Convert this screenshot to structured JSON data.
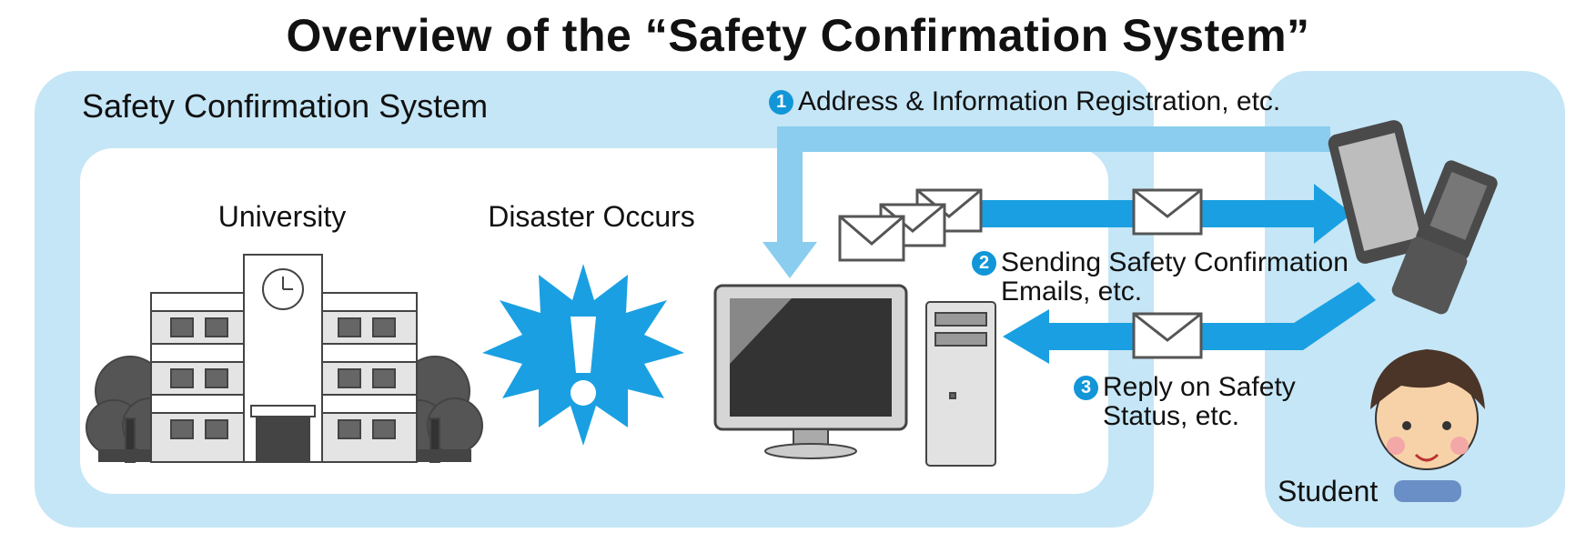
{
  "title": "Overview of the “Safety Confirmation System”",
  "system_label": "Safety Confirmation System",
  "university_label": "University",
  "disaster_label": "Disaster Occurs",
  "student_label": "Student",
  "steps": [
    {
      "number": "1",
      "lines": [
        "Address & Information Registration, etc."
      ]
    },
    {
      "number": "2",
      "lines": [
        "Sending Safety Confirmation",
        "Emails, etc."
      ]
    },
    {
      "number": "3",
      "lines": [
        "Reply on Safety",
        "Status, etc."
      ]
    }
  ],
  "colors": {
    "panel": "#c5e6f6",
    "arrow": "#1aa0e2",
    "arrow_light": "#8acdee",
    "accent": "#1296d8"
  }
}
